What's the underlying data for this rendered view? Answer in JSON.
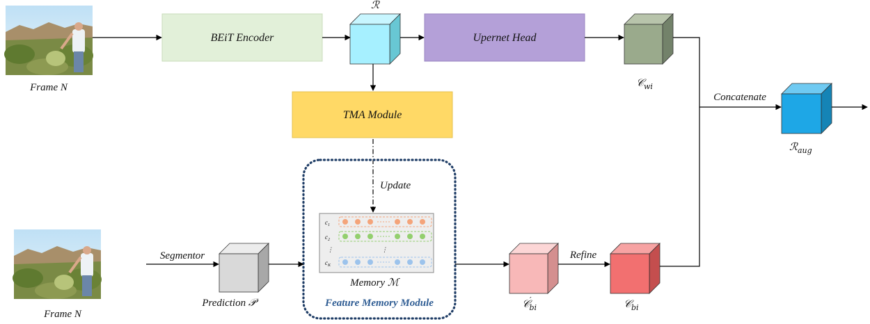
{
  "labels": {
    "frame_top": "Frame N",
    "frame_bottom": "Frame N",
    "encoder": "BEiT Encoder",
    "head": "Upernet Head",
    "tma": "TMA Module",
    "update": "Update",
    "segmentor": "Segmentor",
    "concatenate": "Concatenate",
    "refine": "Refine",
    "fmm": "Feature Memory Module"
  },
  "symbols": {
    "R": "ℛ",
    "Cwi_main": "𝒞",
    "Cwi_sub": "wi",
    "Raug_main": "ℛ",
    "Raug_sub": "aug",
    "Cbi_prime_main": "𝒞",
    "Cbi_prime_sup": "′",
    "Cbi_prime_sub": "bi",
    "Cbi_main": "𝒞",
    "Cbi_sub": "bi",
    "prediction_text": "Prediction",
    "prediction_sym": "𝒫",
    "memory_text": "Memory",
    "memory_sym": "ℳ"
  },
  "memory_rows": {
    "c1": "c",
    "c1_sub": "1",
    "c2": "c",
    "c2_sub": "2",
    "cK": "c",
    "cK_sub": "K",
    "vdots": "⋮"
  },
  "colors": {
    "encoder": "#e2f0d9",
    "head": "#b4a0d8",
    "tma": "#ffd966",
    "cube_R": "#a6f0ff",
    "cube_Cwi": "#9aaa8c",
    "cube_Raug": "#1ea7e6",
    "cube_pred": "#d9d9d9",
    "cube_Cbi_prime": "#f8b8b8",
    "cube_Cbi": "#f27070",
    "fmm_border": "#1f3d66",
    "row1": "#f4a47a",
    "row2": "#93cf6e",
    "row3": "#9cc3ec"
  }
}
